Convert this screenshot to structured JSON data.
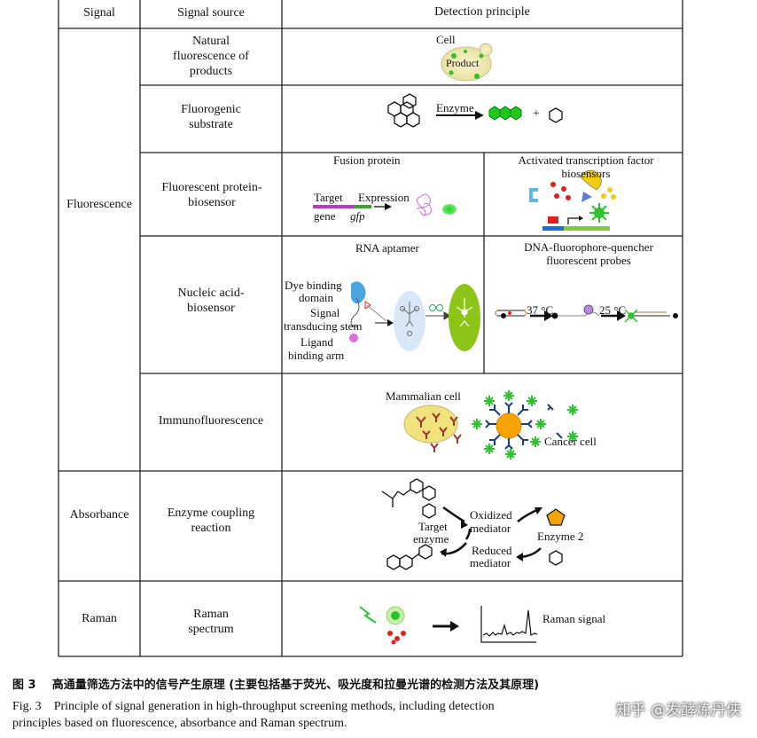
{
  "table": {
    "headers": {
      "signal": "Signal",
      "source": "Signal source",
      "principle": "Detection principle"
    },
    "signals": {
      "fluorescence": "Fluorescence",
      "absorbance": "Absorbance",
      "raman": "Raman"
    },
    "sources": {
      "natural": "Natural fluorescence of products",
      "fluorogenic": "Fluorogenic substrate",
      "protein": "Fluorescent protein-biosensor",
      "nucleic": "Nucleic acid-biosensor",
      "immuno": "Immunofluorescence",
      "enzyme": "Enzyme coupling reaction",
      "raman": "Raman spectrum"
    },
    "labels": {
      "cell": "Cell",
      "product": "Product",
      "enzyme": "Enzyme",
      "plus": "+",
      "fusion": "Fusion protein",
      "activated_tf": "Activated transcription factor biosensors",
      "target": "Target",
      "gene": "gene",
      "expression": "Expression",
      "gfp": "gfp",
      "rna_aptamer": "RNA aptamer",
      "dna_probe": "DNA-fluorophore-quencher fluorescent probes",
      "dye_binding": "Dye binding",
      "domain": "domain",
      "signal": "Signal",
      "transducing": "transducing stem",
      "ligand": "Ligand",
      "binding_arm": "binding arm",
      "temp1": "37 °C",
      "temp2": "25 °C",
      "mammalian": "Mammalian cell",
      "cancer": "Cancer cell",
      "target2": "Target",
      "enzyme_lc": "enzyme",
      "oxidized": "Oxidized",
      "mediator": "mediator",
      "reduced": "Reduced",
      "mediator2": "mediator",
      "enzyme2": "Enzyme 2",
      "raman_signal": "Raman signal"
    }
  },
  "caption": {
    "cn_label": "图 3",
    "cn_text": "高通量筛选方法中的信号产生原理 (主要包括基于荧光、吸光度和拉曼光谱的检测方法及其原理)",
    "en_label": "Fig. 3",
    "en_text_1": "Principle of signal generation in high-throughput screening methods, including detection",
    "en_text_2": "principles based on fluorescence, absorbance and Raman spectrum."
  },
  "watermark": "知乎 @发酵炼丹侠",
  "colors": {
    "green": "#2ec22e",
    "red": "#e0201a",
    "yellow": "#f4c20d",
    "light_blue": "#cfe3f5",
    "lime": "#9bcc1a"
  }
}
